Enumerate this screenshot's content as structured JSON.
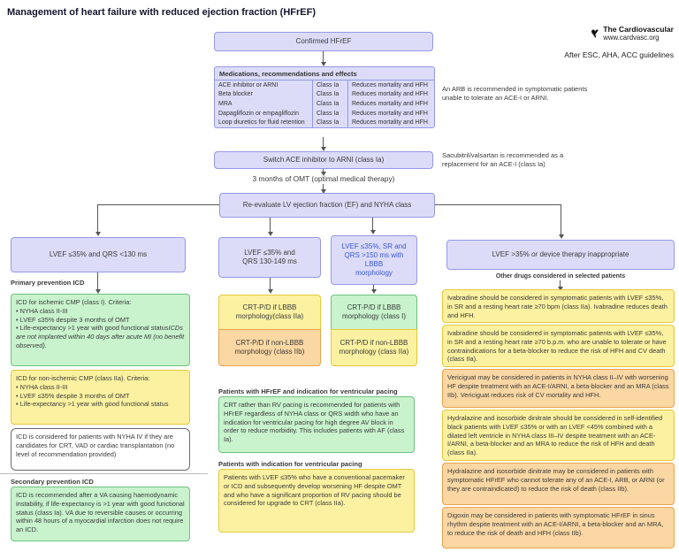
{
  "title": "Management of heart failure with reduced ejection fraction (HFrEF)",
  "brand": {
    "heart_icon": "black-heart-logo",
    "name": "The Cardiovascular",
    "url": "www.cardvasc.org",
    "tagline": "After ESC, AHA, ACC guidelines"
  },
  "flow": {
    "confirmed": "Confirmed HFrEF",
    "meds_table": {
      "header": "Medications, recommendations and effects",
      "rows": [
        {
          "name": "ACE inhibitor or ARNI",
          "class": "Class Ia",
          "effect": "Reduces mortality and HFH"
        },
        {
          "name": "Beta blocker",
          "class": "Class Ia",
          "effect": "Reduces mortality and HFH"
        },
        {
          "name": "MRA",
          "class": "Class Ia",
          "effect": "Reduces mortality and HFH"
        },
        {
          "name": "Dapagliflozin or empagliflozin",
          "class": "Class Ia",
          "effect": "Reduces mortality and HFH"
        },
        {
          "name": "Loop diuretics for fluid retention",
          "class": "Class Ia",
          "effect": "Reduces mortality and HFH"
        }
      ]
    },
    "arb_note": "An ARB is recommended in symptomatic patients\nunable to tolerate an ACE-I or ARNI.",
    "switch_box": "Switch ACE inhibitor to ARNI (class Ia)",
    "sacubitril_note": "Sacubitril/valsartan is recommended as a\nreplacement for an ACE-I (class Ia)",
    "omt_label": "3 months of OMT (optimal medical therapy)",
    "reevaluate": "Re-evaluate LV ejection fraction (EF) and NYHA class"
  },
  "branches": {
    "b1": "LVEF ≤35% and QRS <130 ms",
    "b2": "LVEF ≤35% and\nQRS 130-149 ms",
    "b3": "LVEF ≤35%, SR and\nQRS >150 ms with LBBB\nmorphology",
    "b4_pre": "LVEF >35% ",
    "b4_or": "or",
    "b4_post": " device therapy inappropriate",
    "b4_sub": "Other drugs considered in selected patients"
  },
  "left_col": {
    "primary_label": "Primary prevention ICD",
    "ischemic_text": "ICD for ischemic CMP (class I). Criteria:\n• NYHA class II-III\n• LVEF ≤35% despite 3 months of OMT\n• Life-expectancy >1 year with good functional status",
    "ischemic_note": "ICDs are not implanted within 40 days after acute MI (no benefit observed).",
    "non_ischemic": "ICD for non-ischemic CMP (class IIa). Criteria:\n• NYHA class II-III\n• LVEF ≤35% despite 3 months of OMT\n• Life-expectancy >1 year with good functional status",
    "nyha4": "ICD is considered for patients with NYHA IV if they are candidates for CRT, VAD or cardiac transplantation (no level of recommendation provided)",
    "secondary_label": "Secondary prevention ICD",
    "secondary": "ICD is recommended after a VA causing haemodynamic instability, if life-expectancy is >1 year with good functional status (class Ia). VA due to reversible causes or occurring within 48 hours of a myocardial infarction does not require an ICD."
  },
  "crt": {
    "col2_top": "CRT-P/D if LBBB\nmorphology(class IIa)",
    "col2_bottom": "CRT-P/D if non-LBBB\nmorphology (class IIb)",
    "col3_top": "CRT-P/D if LBBB\nmorphology (class I)",
    "col3_bottom": "CRT-P/D if non-LBBB\nmorphology (class IIa)"
  },
  "pacing": {
    "label1": "Patients with HFrEF and indication for ventricular pacing",
    "box1": "CRT rather than RV pacing is recommended for patients with HFrEF regardless of NYHA class or QRS width who have an indication for ventricular pacing for high degree AV block in order to reduce morbidity. This includes patients with AF (class Ia).",
    "label2": "Patients with indication for ventricular pacing",
    "box2": "Patients with LVEF ≤35% who have a conventional pacemaker or ICD and subsequently develop worsening HF despite OMT and who have a significant proportion of RV pacing should be considered for upgrade to CRT (class IIa)."
  },
  "other_drugs": [
    {
      "tone": "yellow",
      "text": "Ivabradine should be considered in symptomatic patients with LVEF ≤35%, in SR and a resting heart rate ≥70 bpm (class IIa). Ivabradine reduces death and HFH."
    },
    {
      "tone": "yellow",
      "text": "Ivabradine should be considered in symptomatic patients with LVEF ≤35%, in SR and a resting heart rate ≥70 b.p.m. who are unable to tolerate or have contraindications for a beta-blocker to reduce the risk of HFH and CV death (class IIa)."
    },
    {
      "tone": "orange",
      "text": "Vericiguat may be considered in patients in NYHA class II–IV with worsening HF despite treatment with an ACE-I/ARNI, a beta-blocker and an MRA (class IIb). Vericiguat reduces risk of CV mortality and HFH."
    },
    {
      "tone": "yellow",
      "text": "Hydralazine and isosorbide dinitrate should be considered in self-identified black patients with LVEF ≤35% or with an LVEF <45% combined with a dilated left ventricle in NYHA class III–IV despite treatment with an ACE-I/ARNI, a beta-blocker and an MRA to reduce the risk of HFH and death (class IIa)."
    },
    {
      "tone": "orange",
      "text": "Hydralazine and isosorbide dinitrate may be considered in patients with symptomatic HFrEF who cannot tolerate any of an ACE-I, ARB, or ARNI (or they are contraindicated) to reduce the risk of death (class IIb)."
    },
    {
      "tone": "orange",
      "text": "Digoxin may be considered in patients with symptomatic HFrEF in sinus rhythm despite treatment with an ACE-I/ARNI, a beta-blocker and an MRA, to reduce the risk of death and HFH (class IIb)."
    }
  ],
  "colors": {
    "lavender_fill": "#DCDCF8",
    "lavender_border": "#9697E8",
    "green_fill": "#C8F3CC",
    "green_border": "#70C284",
    "yellow_fill": "#FBF1A0",
    "yellow_border": "#E4C93C",
    "orange_fill": "#FAD7A3",
    "orange_border": "#EBA24B",
    "blue_text": "#3C57D6",
    "line": "#565656"
  }
}
